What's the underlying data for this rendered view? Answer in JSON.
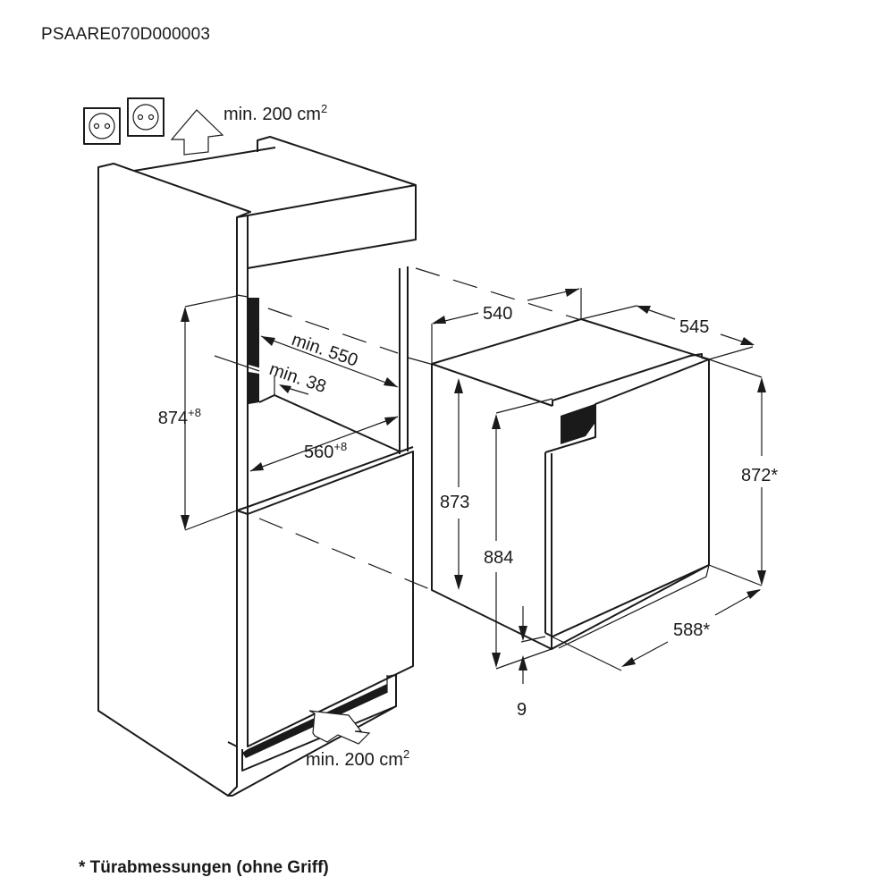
{
  "document_id": "PSAARE070D000003",
  "footnote": "* Türabmessungen (ohne Griff)",
  "ventilation": {
    "top_label": "min. 200 cm",
    "bottom_label": "min. 200 cm",
    "unit_exponent": "2"
  },
  "niche_dimensions": {
    "height": "874",
    "height_tolerance": "+8",
    "width": "560",
    "width_tolerance": "+8",
    "depth": "min. 550",
    "gap": "min. 38"
  },
  "appliance_dimensions": {
    "width": "540",
    "depth": "545",
    "body_height": "873",
    "total_height": "884",
    "door_height": "872*",
    "door_width": "588*",
    "offset": "9"
  },
  "icons": [
    "power-socket-icon",
    "airflow-arrow-icon"
  ]
}
